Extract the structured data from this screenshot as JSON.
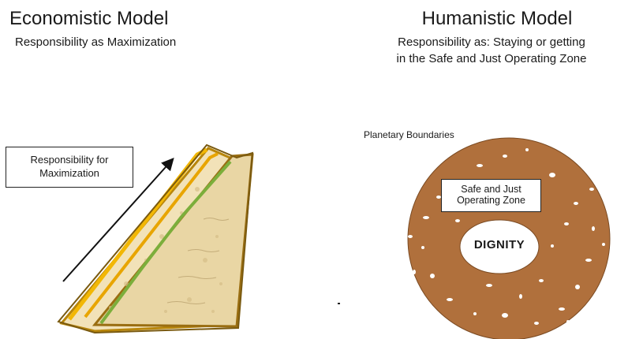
{
  "economistic": {
    "title": "Economistic Model",
    "subtitle": "Responsibility as Maximization",
    "box_label_line1": "Responsibility for",
    "box_label_line2": "Maximization"
  },
  "humanistic": {
    "title": "Humanistic Model",
    "subtitle_line1": "Responsibility as: Staying or getting",
    "subtitle_line2": "in the Safe and Just Operating Zone",
    "boundary_label": "Planetary Boundaries",
    "zone_label_line1": "Safe and Just",
    "zone_label_line2": "Operating Zone",
    "center_label": "DIGNITY"
  },
  "colors": {
    "cookie_brown": "#b0703c",
    "sandwich_bread": "#eedcb0",
    "sandwich_crust": "#b8860b",
    "mustard": "#f2b705",
    "lettuce": "#7cae3b"
  }
}
